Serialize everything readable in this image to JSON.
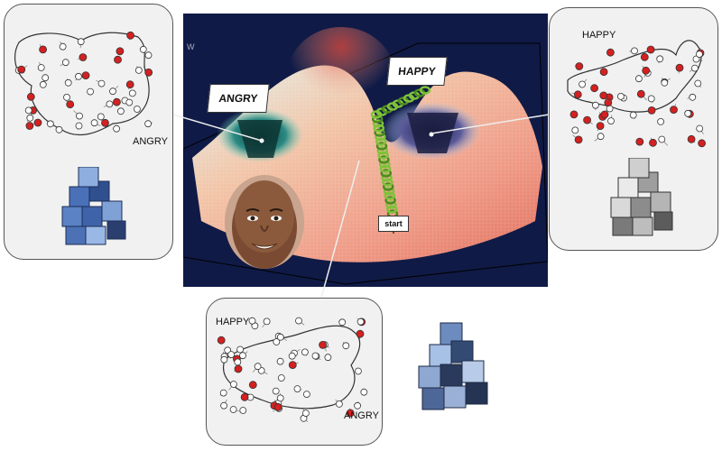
{
  "landscape": {
    "corner_label": "W",
    "angry_sign": "ANGRY",
    "happy_sign": "HAPPY",
    "start_sign": "start"
  },
  "panels": {
    "left": {
      "network_label": "ANGRY"
    },
    "right": {
      "network_label": "HAPPY"
    },
    "bottom": {
      "label_top": "HAPPY",
      "label_bottom": "ANGRY"
    }
  },
  "colors": {
    "landscape_bg": "#101a46",
    "angry_cube": "#5b82c4",
    "happy_cube": "#9a9a9a",
    "mixed_cube": "#6c8bbf",
    "path": "#7fc23a",
    "node_red": "#d42020"
  }
}
